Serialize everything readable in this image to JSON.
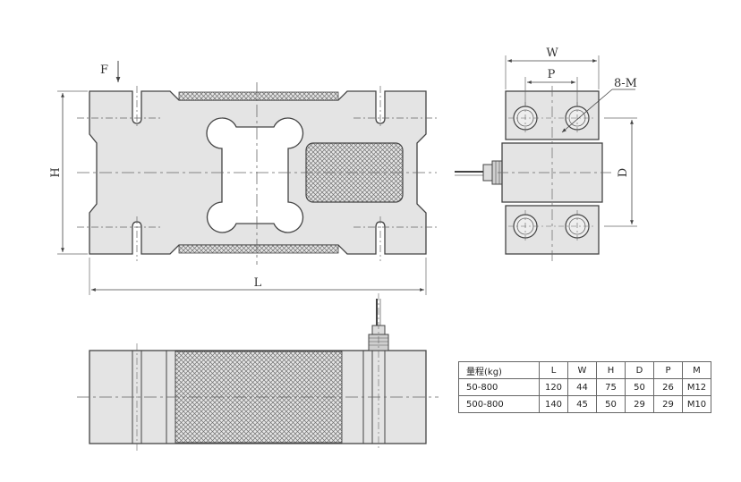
{
  "labels": {
    "force": "F",
    "height": "H",
    "length": "L",
    "width": "W",
    "pitch": "P",
    "depth": "D",
    "thread": "8-M"
  },
  "table": {
    "headers": [
      "量程(kg)",
      "L",
      "W",
      "H",
      "D",
      "P",
      "M"
    ],
    "rows": [
      [
        "50-800",
        "120",
        "44",
        "75",
        "50",
        "26",
        "M12"
      ],
      [
        "500-800",
        "140",
        "45",
        "50",
        "29",
        "29",
        "M10"
      ]
    ]
  },
  "colors": {
    "body_fill": "#e4e4e4",
    "outline": "#444444",
    "hatch": "#7a7a7a",
    "background": "#ffffff"
  }
}
